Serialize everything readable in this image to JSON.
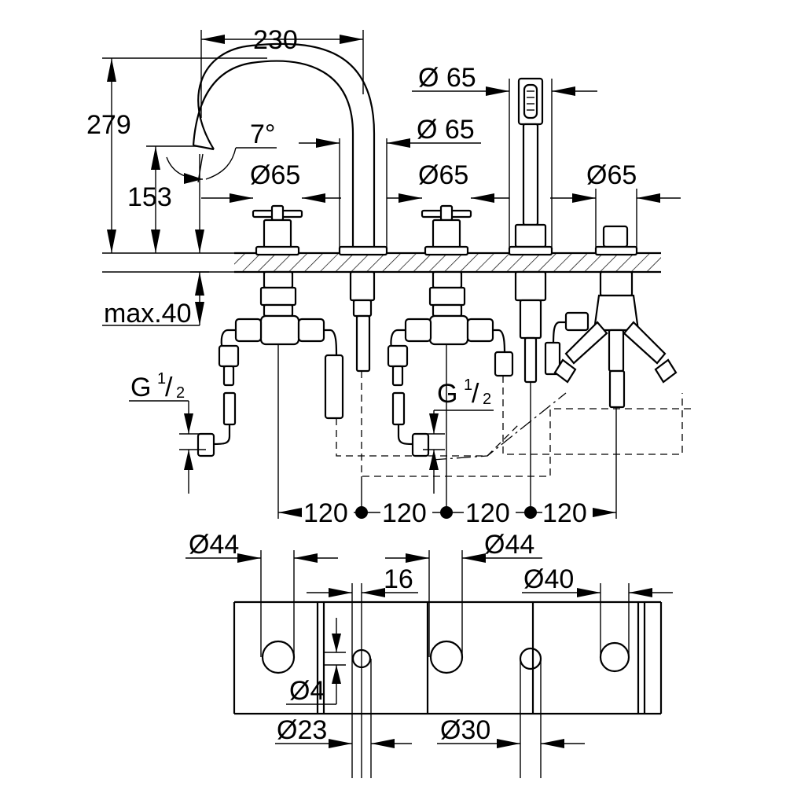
{
  "dimensions": {
    "spout_reach": "230",
    "spout_height": "279",
    "spout_outlet_height": "153",
    "spout_angle": "7°",
    "deck_thickness": "max.40",
    "handshower_dia": "Ø 65",
    "spout_base_dia": "Ø 65",
    "valve_left_dia": "Ø65",
    "valve_right_dia": "Ø65",
    "diverter_dia": "Ø65",
    "connection_left": "G",
    "connection_right": "G",
    "thread_fraction_num": "1",
    "thread_fraction_den": "2",
    "spacing_1": "120",
    "spacing_2": "120",
    "spacing_3": "120",
    "spacing_4": "120",
    "hole_left": "Ø44",
    "hole_center": "Ø44",
    "hole_right": "Ø40",
    "pin_offset": "16",
    "pin_dia": "Ø4",
    "small_hole": "Ø23",
    "medium_hole": "Ø30"
  }
}
